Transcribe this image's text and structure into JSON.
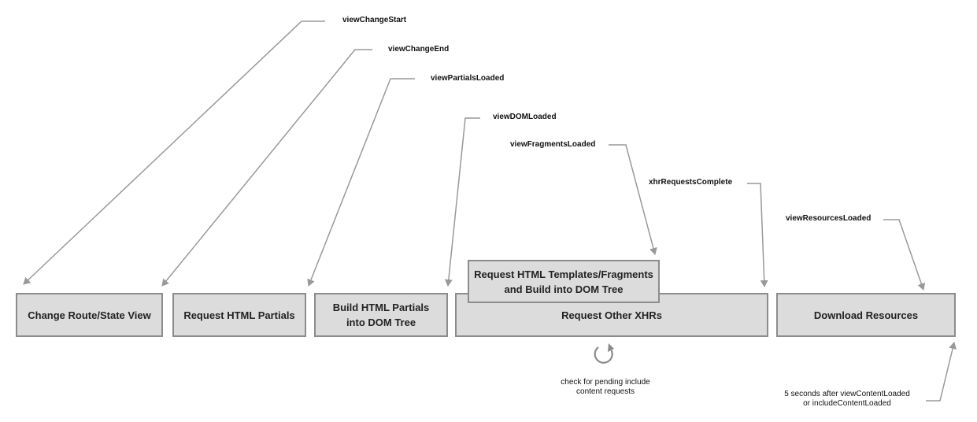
{
  "events": [
    "viewChangeStart",
    "viewChangeEnd",
    "viewPartialsLoaded",
    "viewDOMLoaded",
    "viewFragmentsLoaded",
    "xhrRequestsComplete",
    "viewResourcesLoaded"
  ],
  "stages": [
    "Change Route/State View",
    "Request HTML Partials",
    "Build HTML Partials\ninto DOM Tree",
    "Request Other XHRs",
    "Download Resources"
  ],
  "fragments_box": "Request HTML Templates/Fragments\nand Build into DOM Tree",
  "loop_note": "check for pending include\ncontent requests",
  "timeout_note": "5 seconds after viewContentLoaded\nor includeContentLoaded",
  "colors": {
    "box_fill": "#dcdcdc",
    "box_border": "#8c8c8c",
    "arrow": "#999999"
  }
}
